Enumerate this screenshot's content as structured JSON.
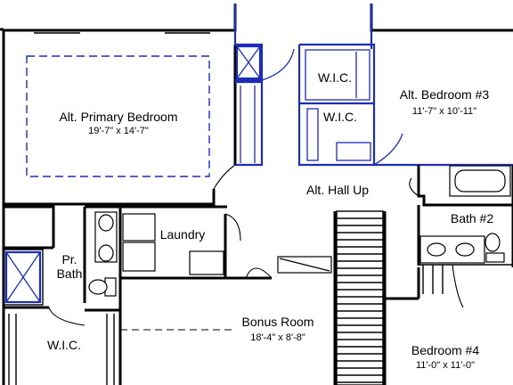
{
  "rooms": {
    "primary_bedroom": {
      "name": "Alt. Primary Bedroom",
      "dims": "19'-7\" x 14'-7\""
    },
    "bedroom3": {
      "name": "Alt. Bedroom #3",
      "dims": "11'-7\" x 10'-11\""
    },
    "wic_upper": {
      "name": "W.I.C."
    },
    "wic_middle": {
      "name": "W.I.C."
    },
    "hall": {
      "name": "Alt. Hall Up"
    },
    "laundry": {
      "name": "Laundry"
    },
    "bath2": {
      "name": "Bath #2"
    },
    "pr_bath_line1": {
      "name": "Pr."
    },
    "pr_bath_line2": {
      "name": "Bath"
    },
    "bonus": {
      "name": "Bonus Room",
      "dims": "18'-4\" x 8'-8\""
    },
    "wic_lower": {
      "name": "W.I.C."
    },
    "bedroom4": {
      "name": "Bedroom #4",
      "dims": "11'-0\" x 11'-0\""
    }
  },
  "colors": {
    "wall": "#000000",
    "alt_option": "#1c2db8"
  }
}
